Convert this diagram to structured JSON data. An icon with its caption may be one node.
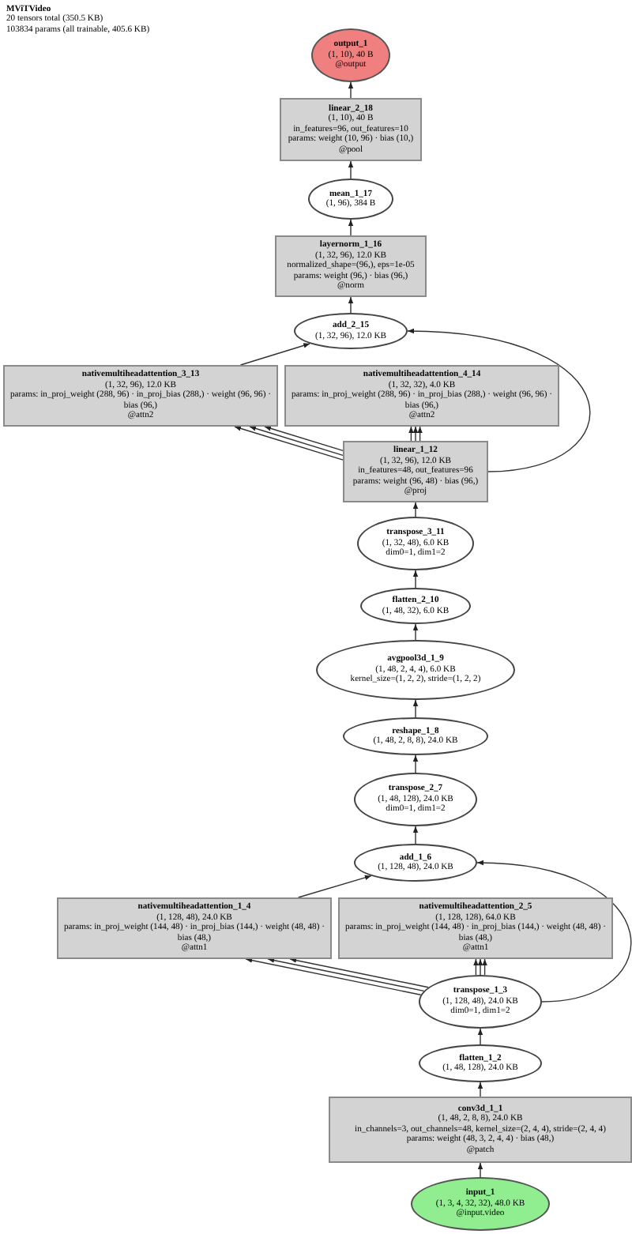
{
  "diagram": {
    "title": "MViTVideo",
    "labels": [
      "20 tensors total (350.5 KB)",
      "103834 params (all trainable, 405.6 KB)"
    ],
    "nodes": [
      {
        "text": [
          "output_1",
          "(1, 10), 40 B",
          "@output"
        ]
      },
      {
        "text": [
          "linear_2_18",
          "(1, 10), 40 B",
          "in_features=96, out_features=10",
          "params: weight (10, 96) · bias (10,)",
          "@pool"
        ]
      },
      {
        "text": [
          "mean_1_17",
          "(1, 96), 384 B"
        ]
      },
      {
        "text": [
          "layernorm_1_16",
          "(1, 32, 96), 12.0 KB",
          "normalized_shape=(96,), eps=1e-05",
          "params: weight (96,) · bias (96,)",
          "@norm"
        ]
      },
      {
        "text": [
          "add_2_15",
          "(1, 32, 96), 12.0 KB"
        ]
      },
      {
        "text": [
          "nativemultiheadattention_3_13",
          "(1, 32, 96), 12.0 KB",
          "params: in_proj_weight (288, 96) · in_proj_bias (288,) · weight (96, 96) · bias (96,)",
          "@attn2"
        ]
      },
      {
        "text": [
          "nativemultiheadattention_4_14",
          "(1, 32, 32), 4.0 KB",
          "params: in_proj_weight (288, 96) · in_proj_bias (288,) · weight (96, 96) · bias (96,)",
          "@attn2"
        ]
      },
      {
        "text": [
          "linear_1_12",
          "(1, 32, 96), 12.0 KB",
          "in_features=48, out_features=96",
          "params: weight (96, 48) · bias (96,)",
          "@proj"
        ]
      },
      {
        "text": [
          "transpose_3_11",
          "(1, 32, 48), 6.0 KB",
          "dim0=1, dim1=2"
        ]
      },
      {
        "text": [
          "flatten_2_10",
          "(1, 48, 32), 6.0 KB"
        ]
      },
      {
        "text": [
          "avgpool3d_1_9",
          "(1, 48, 2, 4, 4), 6.0 KB",
          "kernel_size=(1, 2, 2), stride=(1, 2, 2)"
        ]
      },
      {
        "text": [
          "reshape_1_8",
          "(1, 48, 2, 8, 8), 24.0 KB"
        ]
      },
      {
        "text": [
          "transpose_2_7",
          "(1, 48, 128), 24.0 KB",
          "dim0=1, dim1=2"
        ]
      },
      {
        "text": [
          "add_1_6",
          "(1, 128, 48), 24.0 KB"
        ]
      },
      {
        "text": [
          "nativemultiheadattention_1_4",
          "(1, 128, 48), 24.0 KB",
          "params: in_proj_weight (144, 48) · in_proj_bias (144,) · weight (48, 48) · bias (48,)",
          "@attn1"
        ]
      },
      {
        "text": [
          "nativemultiheadattention_2_5",
          "(1, 128, 128), 64.0 KB",
          "params: in_proj_weight (144, 48) · in_proj_bias (144,) · weight (48, 48) · bias (48,)",
          "@attn1"
        ]
      },
      {
        "text": [
          "transpose_1_3",
          "(1, 128, 48), 24.0 KB",
          "dim0=1, dim1=2"
        ]
      },
      {
        "text": [
          "flatten_1_2",
          "(1, 48, 128), 24.0 KB"
        ]
      },
      {
        "text": [
          "conv3d_1_1",
          "(1, 48, 2, 8, 8), 24.0 KB",
          "in_channels=3, out_channels=48, kernel_size=(2, 4, 4), stride=(2, 4, 4)",
          "params: weight (48, 3, 2, 4, 4) · bias (48,)",
          "@patch"
        ]
      },
      {
        "text": [
          "input_1",
          "(1, 3, 4, 32, 32), 48.0 KB",
          "@input.video"
        ]
      }
    ],
    "edges": [
      {
        "from": 19,
        "to": 18,
        "arrow": "to"
      },
      {
        "from": 18,
        "to": 17,
        "arrow": "to"
      },
      {
        "from": 17,
        "to": 16,
        "arrow": "to"
      },
      {
        "from": 16,
        "to": 14,
        "arrow": "to"
      },
      {
        "from": 16,
        "to": 14,
        "arrow": "to"
      },
      {
        "from": 16,
        "to": 14,
        "arrow": "to"
      },
      {
        "from": 16,
        "to": 15,
        "arrow": "to"
      },
      {
        "from": 16,
        "to": 15,
        "arrow": "to"
      },
      {
        "from": 16,
        "to": 15,
        "arrow": "to"
      },
      {
        "from": 16,
        "to": 13,
        "arrow": "to"
      },
      {
        "from": 14,
        "to": 13,
        "arrow": "to"
      },
      {
        "from": 13,
        "to": 12,
        "arrow": "to"
      },
      {
        "from": 12,
        "to": 11,
        "arrow": "to"
      },
      {
        "from": 11,
        "to": 10,
        "arrow": "to"
      },
      {
        "from": 10,
        "to": 9,
        "arrow": "to"
      },
      {
        "from": 9,
        "to": 8,
        "arrow": "to"
      },
      {
        "from": 8,
        "to": 7,
        "arrow": "to"
      },
      {
        "from": 7,
        "to": 5,
        "arrow": "to"
      },
      {
        "from": 7,
        "to": 5,
        "arrow": "to"
      },
      {
        "from": 7,
        "to": 5,
        "arrow": "to"
      },
      {
        "from": 7,
        "to": 6,
        "arrow": "to"
      },
      {
        "from": 7,
        "to": 6,
        "arrow": "to"
      },
      {
        "from": 7,
        "to": 6,
        "arrow": "to"
      },
      {
        "from": 7,
        "to": 4,
        "arrow": "to"
      },
      {
        "from": 5,
        "to": 4,
        "arrow": "to"
      },
      {
        "from": 4,
        "to": 3,
        "arrow": "to"
      },
      {
        "from": 3,
        "to": 2,
        "arrow": "to"
      },
      {
        "from": 2,
        "to": 1,
        "arrow": "to"
      },
      {
        "from": 1,
        "to": 0,
        "arrow": "to"
      }
    ]
  }
}
